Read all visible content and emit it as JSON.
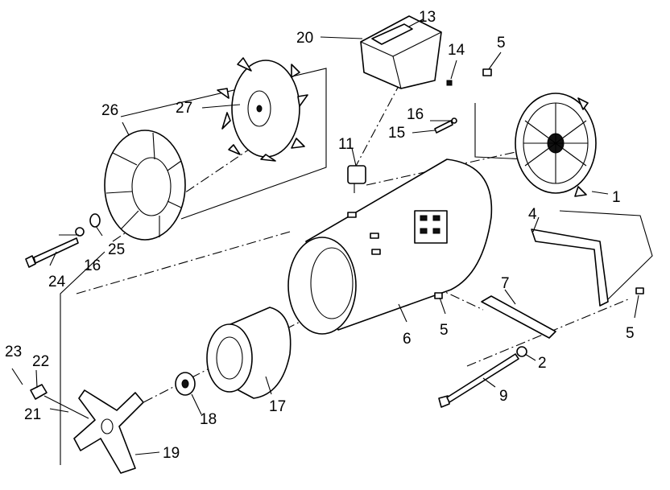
{
  "callouts": [
    {
      "id": "c1",
      "text": "1"
    },
    {
      "id": "c2",
      "text": "2"
    },
    {
      "id": "c4",
      "text": "4"
    },
    {
      "id": "c5a",
      "text": "5"
    },
    {
      "id": "c5b",
      "text": "5"
    },
    {
      "id": "c5c",
      "text": "5"
    },
    {
      "id": "c6",
      "text": "6"
    },
    {
      "id": "c7",
      "text": "7"
    },
    {
      "id": "c9",
      "text": "9"
    },
    {
      "id": "c11",
      "text": "11"
    },
    {
      "id": "c13",
      "text": "13"
    },
    {
      "id": "c14",
      "text": "14"
    },
    {
      "id": "c15",
      "text": "15"
    },
    {
      "id": "c16a",
      "text": "16"
    },
    {
      "id": "c16b",
      "text": "16"
    },
    {
      "id": "c17",
      "text": "17"
    },
    {
      "id": "c18",
      "text": "18"
    },
    {
      "id": "c19",
      "text": "19"
    },
    {
      "id": "c20",
      "text": "20"
    },
    {
      "id": "c21",
      "text": "21"
    },
    {
      "id": "c22",
      "text": "22"
    },
    {
      "id": "c23",
      "text": "23"
    },
    {
      "id": "c24",
      "text": "24"
    },
    {
      "id": "c25",
      "text": "25"
    },
    {
      "id": "c26",
      "text": "26"
    },
    {
      "id": "c27",
      "text": "27"
    }
  ]
}
